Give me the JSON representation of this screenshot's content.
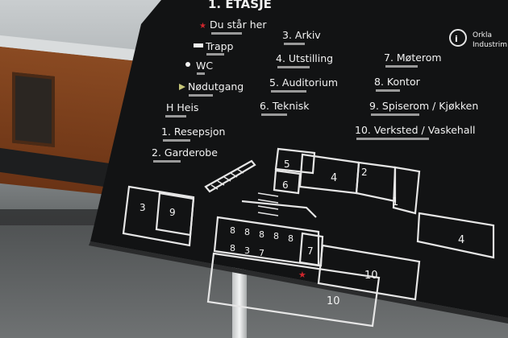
{
  "sign": {
    "heading": "1. ETASJE",
    "logo_text_1": "Orkla",
    "logo_text_2": "Industrim",
    "legend": {
      "you_are_here": "Du står her",
      "stairs": "Trapp",
      "wc": "WC",
      "emergency_exit": "Nødutgang",
      "elevator": "H Heis"
    },
    "rooms": [
      "1. Resepsjon",
      "2. Garderobe",
      "3. Arkiv",
      "4. Utstilling",
      "5. Auditorium",
      "6. Teknisk",
      "7. Møterom",
      "8. Kontor",
      "9. Spiserom / Kjøkken",
      "10. Verksted / Vaskehall"
    ],
    "map_numbers": {
      "n1": "1",
      "n2": "2",
      "n3": "3",
      "n4a": "4",
      "n4b": "4",
      "n5": "5",
      "n6": "6",
      "n7": "7",
      "n9": "9",
      "n10a": "10",
      "n10b": "10",
      "n8": "8"
    },
    "colors": {
      "panel": "#121314",
      "text": "#f2f2f2",
      "you_are_here_star": "#d0262d"
    }
  }
}
